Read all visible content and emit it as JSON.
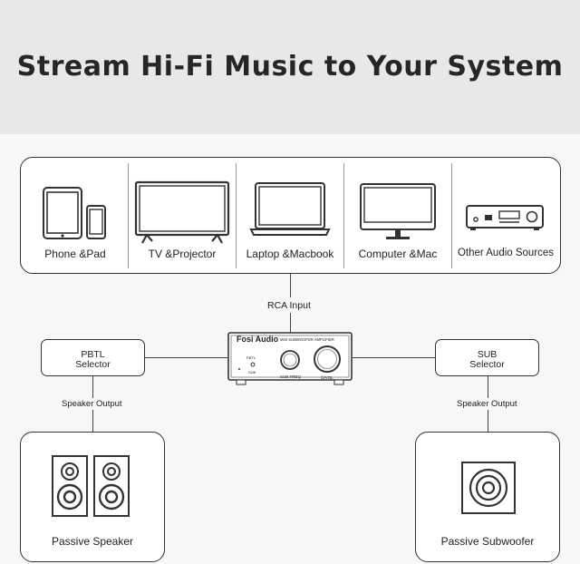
{
  "header": {
    "title": "Stream Hi-Fi Music to Your System"
  },
  "sources": [
    {
      "label": "Phone &Pad",
      "icon": "tablet-phone-icon"
    },
    {
      "label": "TV &Projector",
      "icon": "tv-icon"
    },
    {
      "label": "Laptop &Macbook",
      "icon": "laptop-icon"
    },
    {
      "label": "Computer &Mac",
      "icon": "monitor-icon"
    },
    {
      "label": "Other Audio Sources",
      "icon": "audio-player-icon"
    }
  ],
  "connections": {
    "rca_input": "RCA Input",
    "speaker_output_left": "Speaker Output",
    "speaker_output_right": "Speaker Output"
  },
  "selectors": {
    "pbtl_line1": "PBTL",
    "pbtl_line2": "Selector",
    "sub_line1": "SUB",
    "sub_line2": "Selector"
  },
  "amplifier": {
    "brand": "Fosi Audio",
    "model": "M04 SUBWOOFER AMPLIFIER",
    "switch_top": "PBTL",
    "switch_bottom": "SUB",
    "knob_label": "SUB FREQ",
    "power_label": "⏻/VOL"
  },
  "outputs": {
    "passive_speaker": "Passive Speaker",
    "passive_subwoofer": "Passive Subwoofer"
  }
}
